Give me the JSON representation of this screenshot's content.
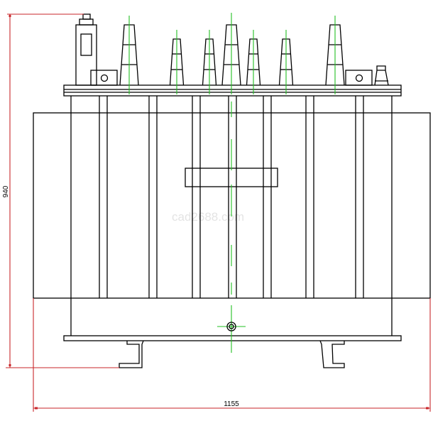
{
  "drawing": {
    "title": "Transformer front elevation",
    "dimensions": {
      "height_label": "940",
      "width_label": "1155"
    },
    "watermark": "cad2688.com",
    "colors": {
      "outline": "#000000",
      "centerline": "#22c022",
      "dimension": "#c8262a"
    }
  }
}
